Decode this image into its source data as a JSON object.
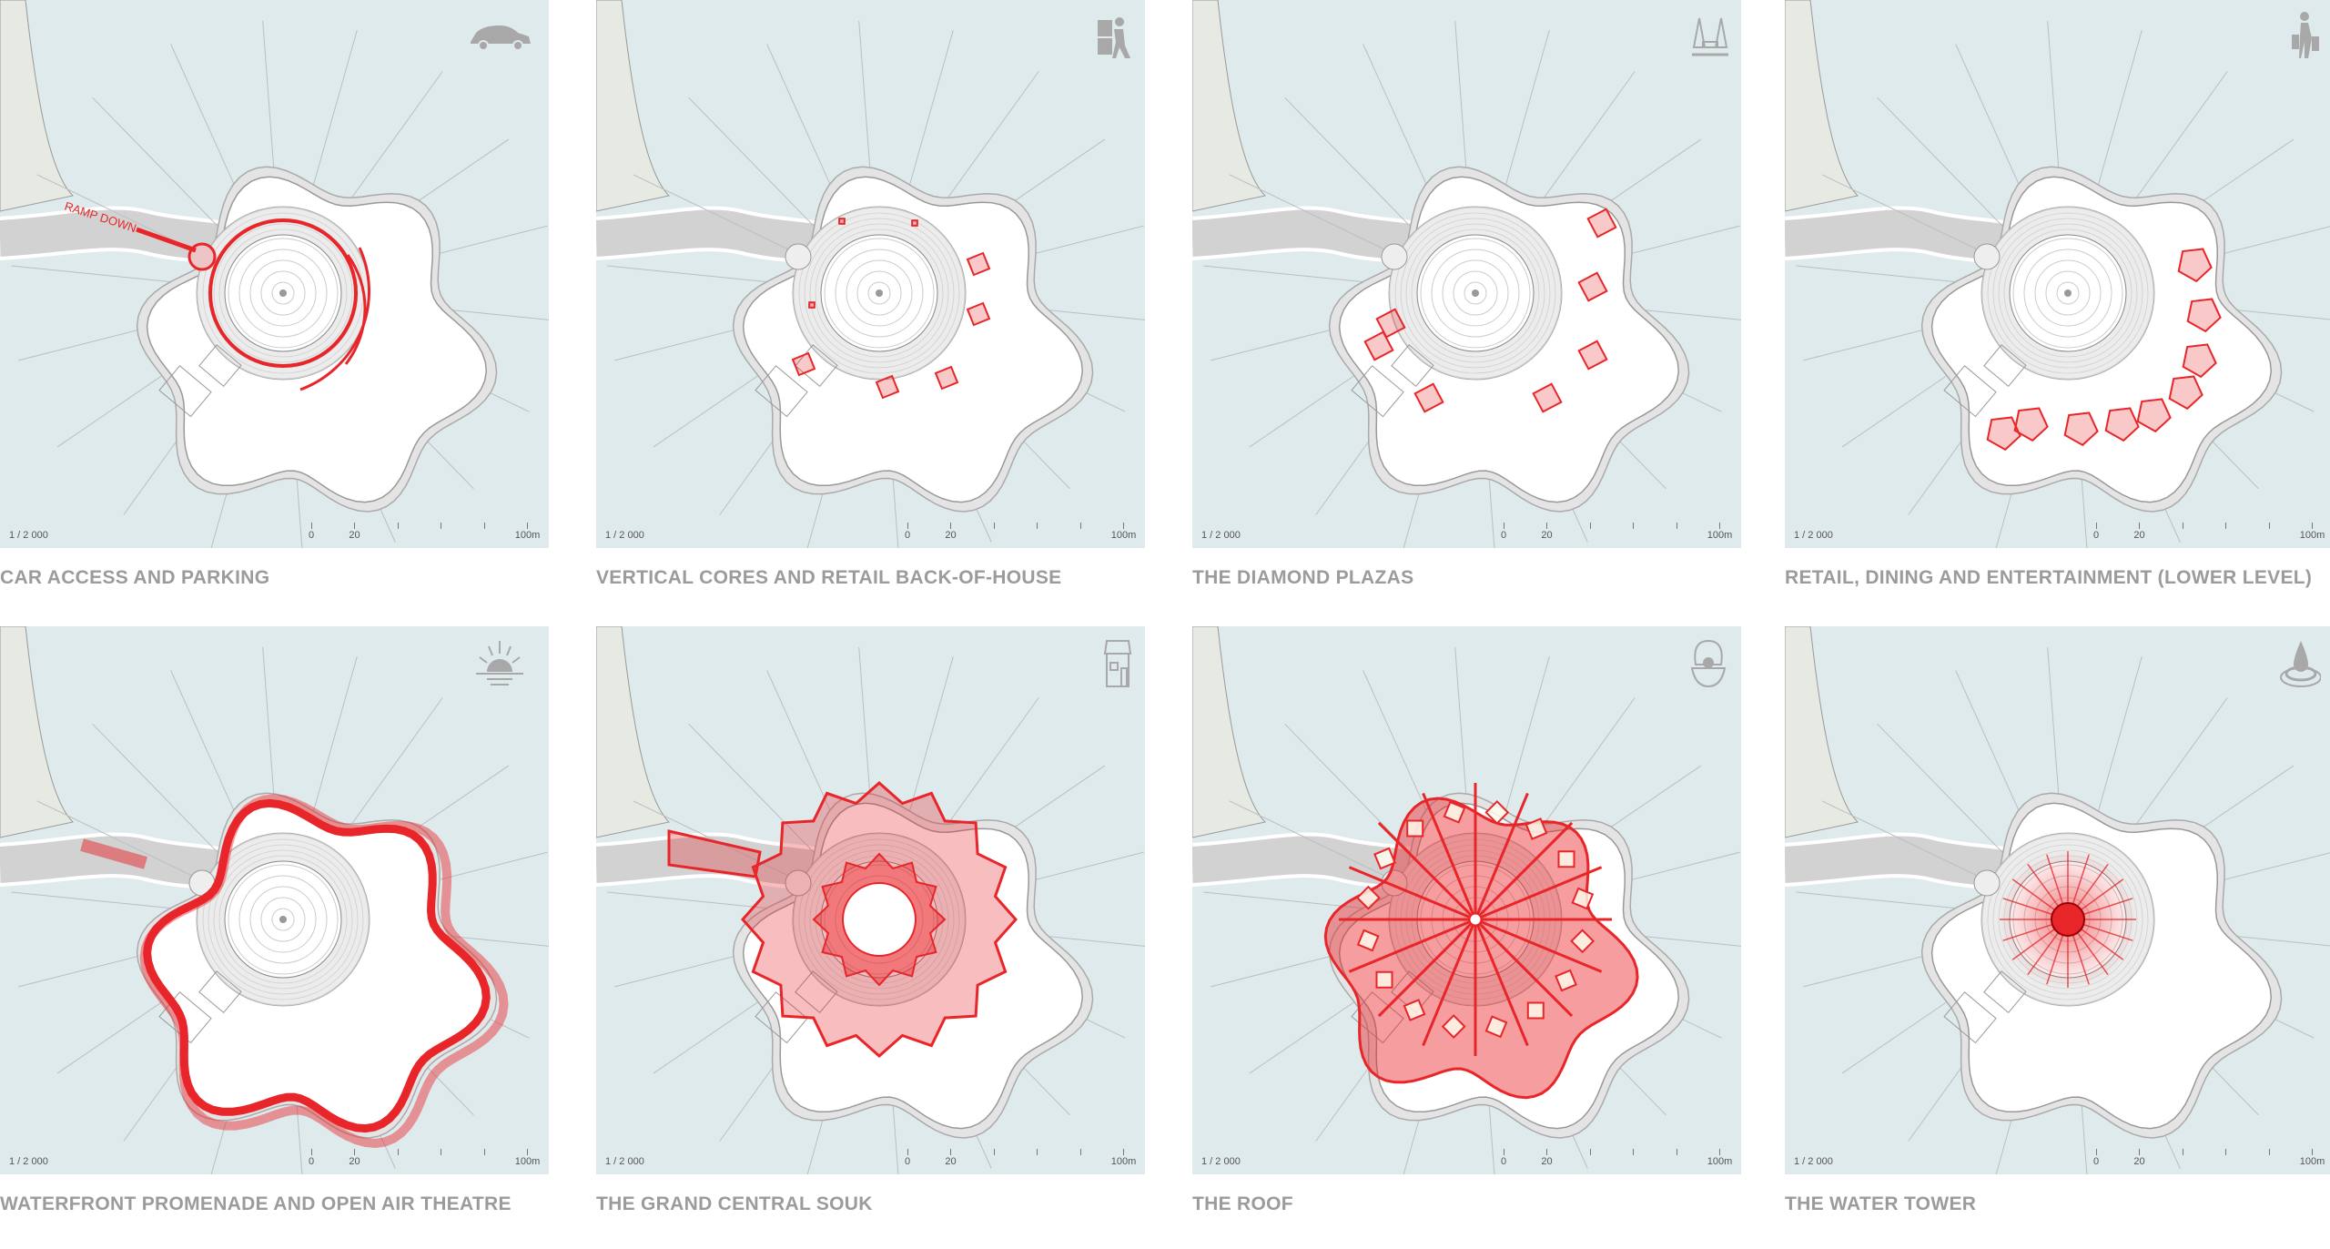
{
  "colors": {
    "water": "#dfeaec",
    "accent": "#e8262a",
    "land": "#e7e9e3",
    "caption": "#9b9b9b",
    "icon": "#a8a8a8"
  },
  "scale": {
    "ratio": "1 / 2 000",
    "ticks": [
      "0",
      "20",
      "",
      "",
      "",
      "100m"
    ]
  },
  "panels": [
    {
      "caption": "CAR ACCESS AND PARKING",
      "icon": "car-icon",
      "overlay": "parking",
      "annotation": "RAMP DOWN"
    },
    {
      "caption": "VERTICAL CORES AND RETAIL BACK-OF-HOUSE",
      "icon": "delivery-worker-icon",
      "overlay": "cores"
    },
    {
      "caption": "THE DIAMOND PLAZAS",
      "icon": "park-bench-trees-icon",
      "overlay": "diamonds"
    },
    {
      "caption": "RETAIL, DINING AND ENTERTAINMENT (LOWER LEVEL)",
      "icon": "shopper-icon",
      "overlay": "retail"
    },
    {
      "caption": "WATERFRONT PROMENADE AND OPEN AIR THEATRE",
      "icon": "sunset-icon",
      "overlay": "promenade"
    },
    {
      "caption": "THE GRAND CENTRAL SOUK",
      "icon": "shop-icon",
      "overlay": "souk"
    },
    {
      "caption": "THE ROOF",
      "icon": "pearl-shell-icon",
      "overlay": "roof"
    },
    {
      "caption": "THE WATER TOWER",
      "icon": "water-drop-icon",
      "overlay": "tower"
    }
  ]
}
